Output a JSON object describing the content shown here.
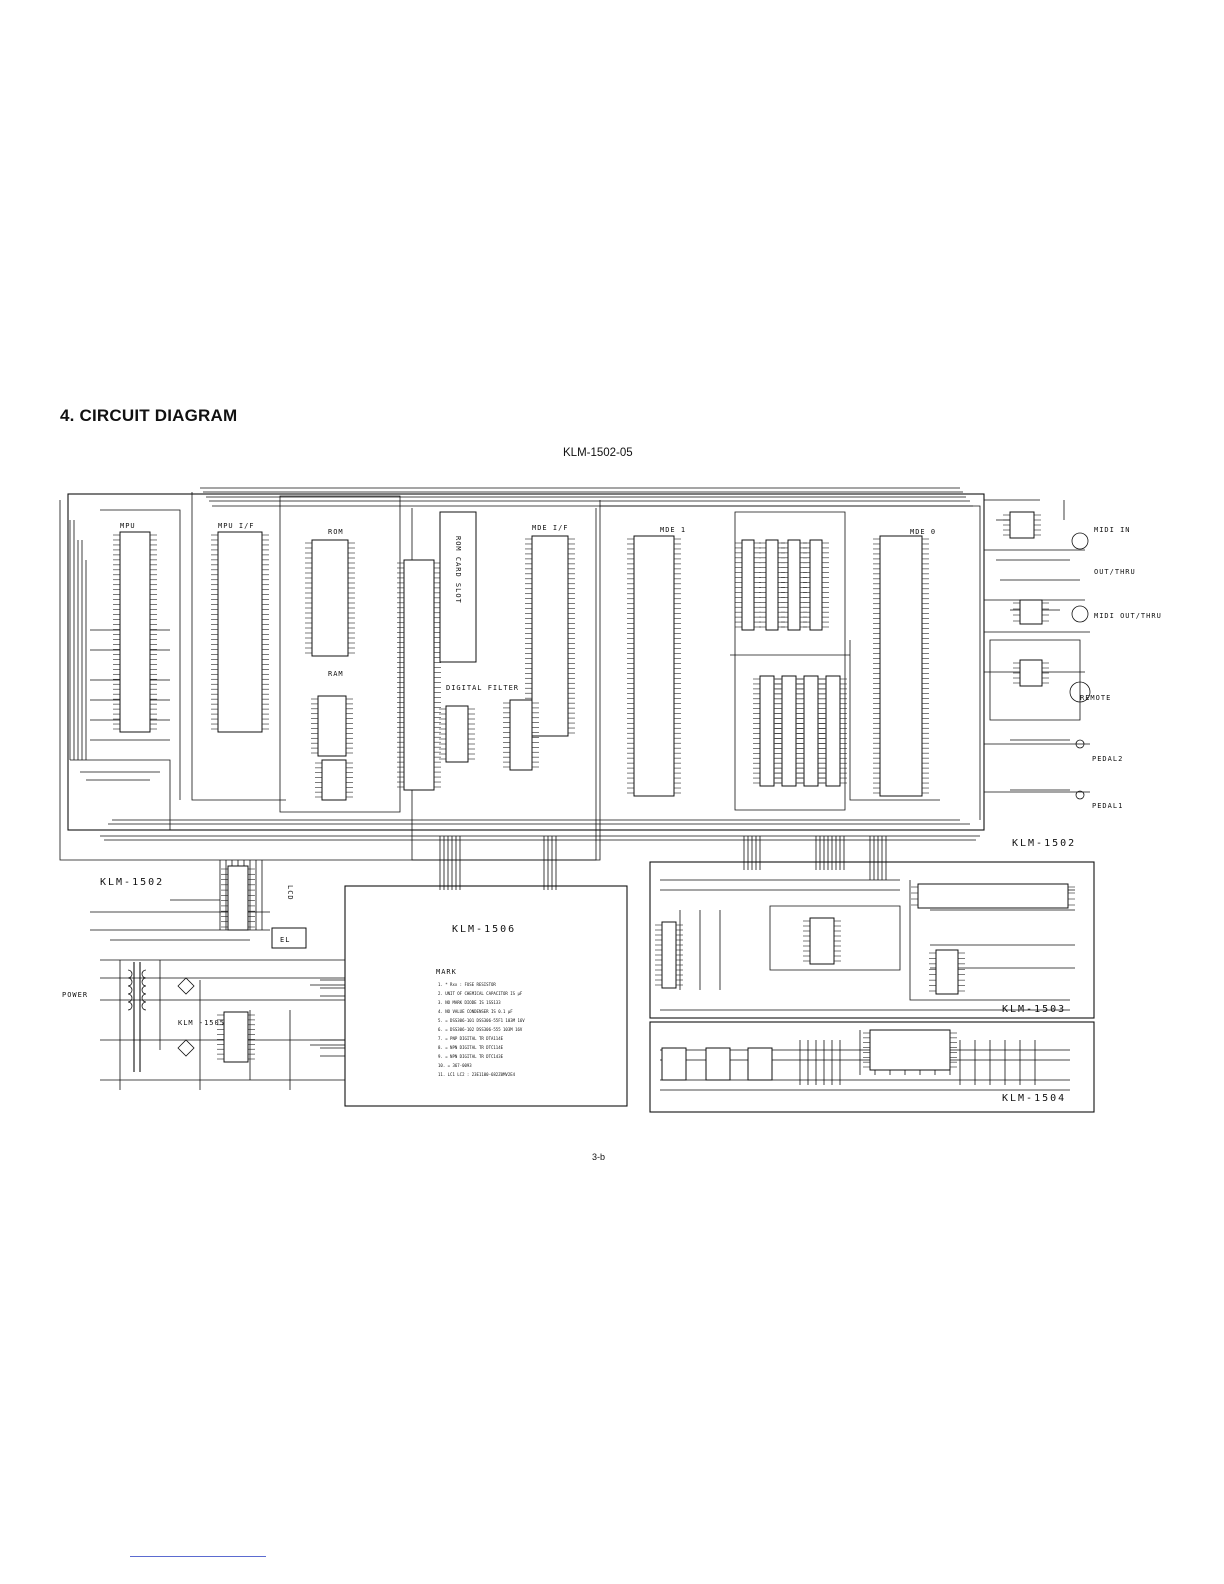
{
  "page": {
    "heading": "4. CIRCUIT DIAGRAM",
    "subtitle": "KLM-1502-05",
    "page_number": "3-b"
  },
  "blocks": {
    "mpu": "MPU",
    "mpu_if": "MPU I/F",
    "rom": "ROM",
    "ram": "RAM",
    "rom_card_slot": "ROM CARD SLOT",
    "mde_if": "MDE I/F",
    "mde1": "MDE 1",
    "mde0": "MDE 0",
    "digital_filter": "DIGITAL FILTER"
  },
  "connectors": {
    "midi_in": "MIDI IN",
    "out_thru_1": "OUT/THRU",
    "midi_out_thru": "MIDI OUT/THRU",
    "remote": "REMOTE",
    "pedal2": "PEDAL2",
    "pedal1": "PEDAL1",
    "lcd": "LCD",
    "el": "EL",
    "power": "POWER"
  },
  "boards": {
    "klm1502_main": "KLM-1502",
    "klm1502_lcd": "KLM-1502",
    "klm1506": "KLM-1506",
    "klm1505": "KLM -1505",
    "klm1503": "KLM-1503",
    "klm1504": "KLM-1504"
  },
  "mark": {
    "title": "MARK",
    "notes": [
      "1. * Rxx : FUSE RESISTOR",
      "2. UNIT OF CHEMICAL CAPACITOR IS μF",
      "3. NO MARK DIODE IS 1SS133",
      "4. NO VALUE CONDENSER IS 0.1 μF",
      "5. = DSS306-101 DSS306-55F1 103M 16V",
      "6. = DSS306-102 DSS306-555 103M 16V",
      "7. = PNP DIGITAL TR DTA114E",
      "8. = NPN DIGITAL TR DTC114E",
      "9. = NPN DIGITAL TR DTC143E",
      "10. = 367-0093",
      "11. LC1 LC2 : 23E1100-682Z0MV2E4"
    ]
  }
}
